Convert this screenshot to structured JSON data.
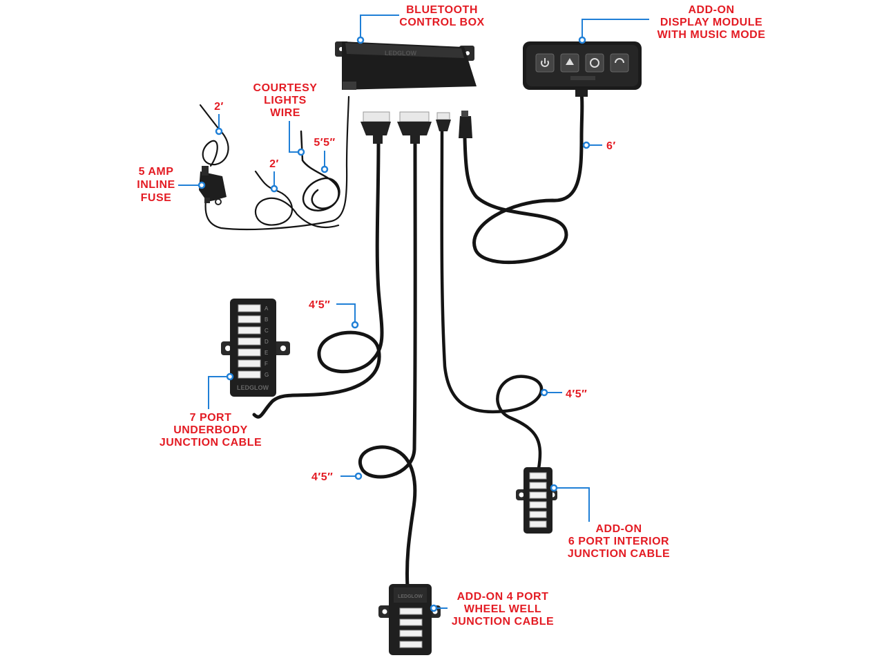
{
  "labels": {
    "bt_line1": "BLUETOOTH",
    "bt_line2": "CONTROL BOX",
    "disp_line1": "ADD-ON",
    "disp_line2": "DISPLAY MODULE",
    "disp_line3": "WITH MUSIC MODE",
    "court_line1": "COURTESY",
    "court_line2": "LIGHTS",
    "court_line3": "WIRE",
    "fuse_line1": "5 AMP",
    "fuse_line2": "INLINE",
    "fuse_line3": "FUSE",
    "red_wire_len": "2′",
    "black_wire_len": "2′",
    "white_wire_len": "5′5″",
    "display_cable_len": "6′",
    "under_cable_len": "4′5″",
    "interior_cable_len": "4′5″",
    "wheel_cable_len": "4′5″",
    "under_line1": "7 PORT",
    "under_line2": "UNDERBODY",
    "under_line3": "JUNCTION CABLE",
    "int_line1": "ADD-ON",
    "int_line2": "6 PORT INTERIOR",
    "int_line3": "JUNCTION CABLE",
    "wheel_line1": "ADD-ON 4 PORT",
    "wheel_line2": "WHEEL WELL",
    "wheel_line3": "JUNCTION CABLE"
  },
  "brand": "LEDGLOW",
  "port_letters": [
    "A",
    "B",
    "C",
    "D",
    "E",
    "F",
    "G"
  ],
  "display_buttons": [
    "power-icon",
    "up-arrow-icon",
    "fan-icon",
    "cycle-icon"
  ],
  "colors": {
    "label": "#e31b23",
    "leader": "#1f7fd6",
    "cable": "#141414"
  }
}
